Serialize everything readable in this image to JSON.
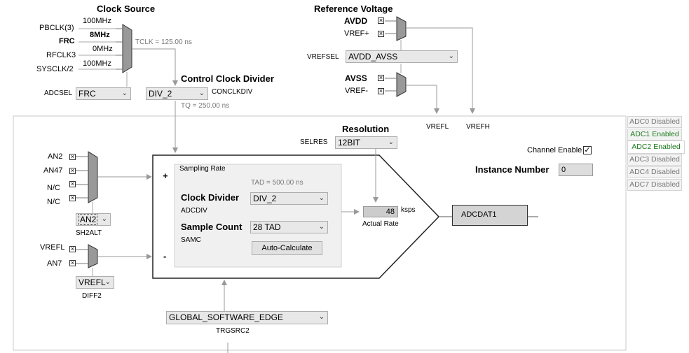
{
  "clock_source": {
    "title": "Clock Source",
    "inputs": [
      "PBCLK(3)",
      "FRC",
      "RFCLK3",
      "SYSCLK/2"
    ],
    "freqs": [
      "100MHz",
      "8MHz",
      "0MHz",
      "100MHz"
    ],
    "select_label": "ADCSEL",
    "select_value": "FRC",
    "tclk": "TCLK = 125.00 ns"
  },
  "control_clock": {
    "title": "Control Clock Divider",
    "select_value": "DIV_2",
    "select_label": "CONCLKDIV",
    "tq": "TQ = 250.00 ns"
  },
  "reference": {
    "title": "Reference Voltage",
    "avdd": "AVDD",
    "vref_plus": "VREF+",
    "sel_label": "VREFSEL",
    "sel_value": "AVDD_AVSS",
    "avss": "AVSS",
    "vref_minus": "VREF-",
    "vrefl": "VREFL",
    "vrefh": "VREFH"
  },
  "resolution": {
    "title": "Resolution",
    "label": "SELRES",
    "value": "12BIT"
  },
  "channel": {
    "enable_label": "Channel Enable",
    "enabled": true,
    "instance_label": "Instance Number",
    "instance_value": "0"
  },
  "tabs": [
    "ADC0 Disabled",
    "ADC1 Enabled",
    "ADC2 Enabled",
    "ADC3 Disabled",
    "ADC4 Disabled",
    "ADC7 Disabled"
  ],
  "pos_inputs": {
    "items": [
      "AN2",
      "AN47",
      "N/C",
      "N/C"
    ],
    "select_value": "AN2",
    "select_label": "SH2ALT"
  },
  "neg_inputs": {
    "items": [
      "VREFL",
      "AN7"
    ],
    "select_value": "VREFL",
    "select_label": "DIFF2"
  },
  "sampling": {
    "group_label": "Sampling Rate",
    "tad": "TAD = 500.00 ns",
    "clock_divider_label": "Clock Divider",
    "clock_divider_sub": "ADCDIV",
    "clock_divider_value": "DIV_2",
    "sample_count_label": "Sample Count",
    "sample_count_sub": "SAMC",
    "sample_count_value": "28 TAD",
    "auto_button": "Auto-Calculate"
  },
  "rate": {
    "value": "48",
    "unit": "ksps",
    "label": "Actual Rate"
  },
  "output": {
    "label": "ADCDAT1"
  },
  "trigger": {
    "value": "GLOBAL_SOFTWARE_EDGE",
    "label": "TRGSRC2"
  },
  "signs": {
    "plus": "+",
    "minus": "-"
  }
}
